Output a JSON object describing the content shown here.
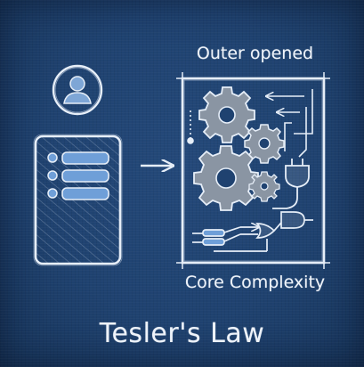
{
  "diagram": {
    "title": "Tesler's Law",
    "outer_label": "Outer opened",
    "core_label": "Core Complexity"
  },
  "colors": {
    "background": "#1e3f6b",
    "chalk": "#e6eef8",
    "gear": "#8a95a3",
    "accent_blue": "#6f9fd8"
  },
  "icons": [
    "user-avatar-icon",
    "menu-panel-icon",
    "arrow-right-icon",
    "gear-icon",
    "plug-icon",
    "logic-gate-icon"
  ]
}
